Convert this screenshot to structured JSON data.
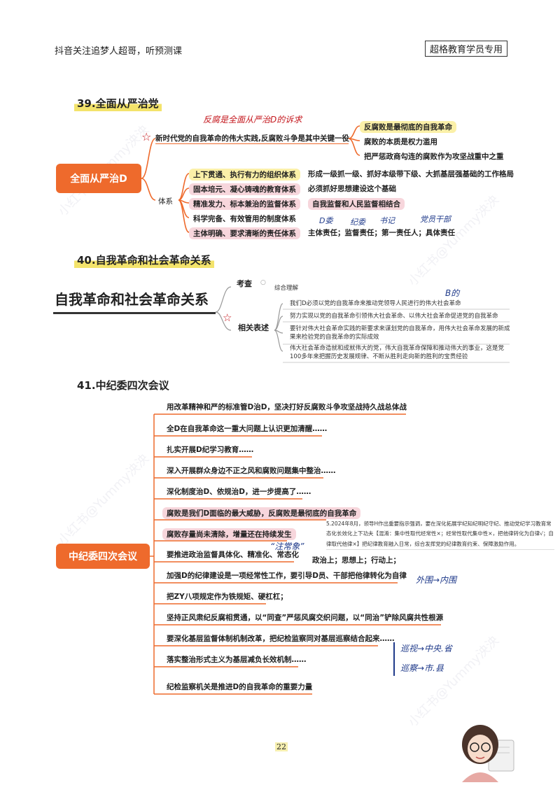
{
  "header": {
    "left": "抖音关注追梦人超哥，听预测课",
    "right": "超格教育学员专用"
  },
  "s39": {
    "title": "39.全面从严治党",
    "root": "全面从严治D",
    "handwritten": "反腐是全面从严治D的诉求",
    "line1": "新时代党的自我革命的伟大实践,反腐败斗争是其中关键一役",
    "sub1": [
      "反腐败是最彻底的自我革命",
      "腐败的本质是权力滥用",
      "把严惩政商勾连的腐败作为攻坚战重中之重"
    ],
    "system_label": "体系",
    "rows": [
      {
        "left": "上下贯通、执行有力的组织体系",
        "right": "形成一级抓一级、抓好本级带下级、大抓基层强基础的工作格局"
      },
      {
        "left": "固本培元、凝心铸魂的教育体系",
        "right": "必须抓好思想建设这个基础"
      },
      {
        "left": "精准发力、标本兼治的监督体系",
        "right": "自我监督和人民监督相结合"
      },
      {
        "left": "科学完备、有效管用的制度体系",
        "right": ""
      },
      {
        "left": "主体明确、要求清晰的责任体系",
        "right": "主体责任；监督责任；第一责任人；具体责任"
      }
    ],
    "ink_notes": [
      "D委",
      "纪委",
      "书记",
      "党员干部"
    ]
  },
  "s40": {
    "title": "40.自我革命和社会革命关系",
    "root": "自我革命和社会革命关系",
    "exam_label": "考查",
    "exam_value": "综合理解",
    "related_label": "相关表述",
    "quotes": [
      "我们D必须以党的自我革命来推动党领导人民进行的伟大社会革命",
      "努力实现以党的自我革命引领伟大社会革命、以伟大社会革命促进党的自我革命",
      "要针对伟大社会革命实践的新要求来谋划党的自我革命，用伟大社会革命发展的新成果来检验党的自我革命的实际成效",
      "伟大社会革命造就和成就伟大的党，伟大自我革命保障和推动伟大的事业，这是党100多年来把握历史发展规律、不断从胜利走向新的胜利的宝贵经验"
    ],
    "ink_note": "B的"
  },
  "s41": {
    "title": "41.中纪委四次会议",
    "root": "中纪委四次会议",
    "items": [
      "用改革精神和严的标准管D治D，坚决打好反腐败斗争攻坚战持久战总体战",
      "全D在自我革命这一重大问题上认识更加清醒……",
      "扎实开展D纪学习教育……",
      "深入开展群众身边不正之风和腐败问题集中整治……",
      "深化制度治D、依规治D，进一步提高了……",
      "腐败是我们D面临的最大威胁，反腐败是最彻底的自我革命",
      "腐败存量尚未清除，增量还在持续发生",
      "要推进政治监督具体化、精准化、常态化",
      "加强D的纪律建设是一项经常性工作，要引导D员、干部把他律转化为自律",
      "把ZY八项规定作为铁规矩、硬杠杠；",
      "坚持正风肃纪反腐相贯通，以“同查”严惩风腐交织问题，以“同治”铲除风腐共性根源",
      "要深化基层监督体制机制改革，把纪检监察同对基层巡察结合起来……",
      "落实整治形式主义为基层减负长效机制……",
      "纪检监察机关是推进D的自我革命的重要力量"
    ],
    "note_box": "5.2024年8月，领导H作出重要指示强调，要在深化拓展学纪知纪明纪守纪、推动党纪学习教育常态化长效化上下功夫【混淆：集中性取代经常性×；经常性取代集中性×，把他律转化为自律√；自律取代他律×】把纪律教育融入日常，综合发挥党的纪律教育约束、保障激励作用。",
    "political": "政治上；思想上；行动上；",
    "ink_political": "“注常象”",
    "ink_outer": "外围→内围",
    "ink_patrol1": "巡视→中央.省",
    "ink_patrol2": "巡察→市.县"
  },
  "footer": {
    "page": "22"
  },
  "colors": {
    "accent": "#ee6a2c",
    "highlight": "#f3e36b",
    "pink": "#f7d6dc",
    "ink": "#1f3a8a"
  }
}
